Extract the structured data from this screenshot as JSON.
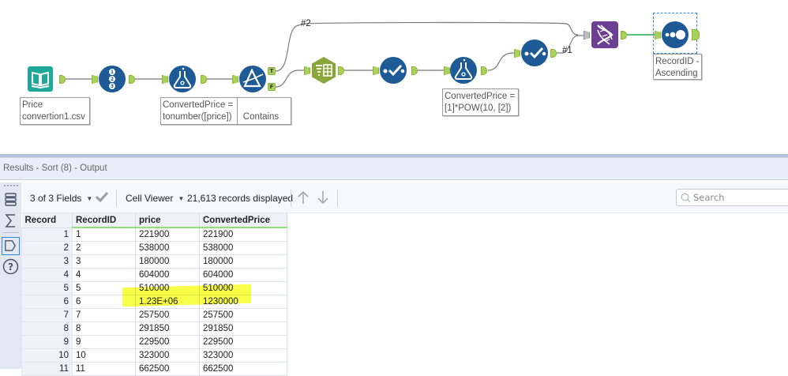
{
  "workflow": {
    "tools": [
      {
        "id": "input",
        "icon": "input-data-book-icon",
        "color": "#1ea89a",
        "annotation": "Price\nconvertion1.csv"
      },
      {
        "id": "record-id",
        "icon": "record-id-123-icon",
        "color": "#1e5a96",
        "annotation": ""
      },
      {
        "id": "formula-1",
        "icon": "formula-flask-icon",
        "color": "#1e5a96",
        "annotation": "ConvertedPrice =\ntonumber([price])"
      },
      {
        "id": "filter",
        "icon": "filter-prism-icon",
        "color": "#1e5a96",
        "annotation": "Contains\n[price],\"E+\")"
      },
      {
        "id": "text-to-columns",
        "icon": "text-to-columns-icon",
        "color": "#8aa63a",
        "annotation": ""
      },
      {
        "id": "select-1",
        "icon": "select-check-icon",
        "color": "#1e5a96",
        "annotation": ""
      },
      {
        "id": "formula-2",
        "icon": "formula-flask-icon",
        "color": "#1e5a96",
        "annotation": "ConvertedPrice =\n[1]*POW(10, [2])"
      },
      {
        "id": "select-2",
        "icon": "select-check-icon",
        "color": "#1e5a96",
        "annotation": ""
      },
      {
        "id": "union",
        "icon": "union-dna-icon",
        "color": "#6b3f93",
        "annotation": ""
      },
      {
        "id": "sort",
        "icon": "sort-dots-icon",
        "color": "#1e5a96",
        "annotation": "RecordID -\nAscending"
      }
    ],
    "filter_anchor_true": "T",
    "filter_anchor_false": "F",
    "wire_label_2": "#2",
    "wire_label_1": "#1"
  },
  "results": {
    "title": "Results - Sort (8) - Output",
    "fields_selector": "3 of 3 Fields",
    "cell_viewer": "Cell Viewer",
    "records_displayed": "21,613 records displayed",
    "search_placeholder": "Search",
    "columns": [
      "Record",
      "RecordID",
      "price",
      "ConvertedPrice"
    ],
    "rows": [
      {
        "record": "1",
        "record_id": "1",
        "price": "221900",
        "converted_price": "221900"
      },
      {
        "record": "2",
        "record_id": "2",
        "price": "538000",
        "converted_price": "538000"
      },
      {
        "record": "3",
        "record_id": "3",
        "price": "180000",
        "converted_price": "180000"
      },
      {
        "record": "4",
        "record_id": "4",
        "price": "604000",
        "converted_price": "604000"
      },
      {
        "record": "5",
        "record_id": "5",
        "price": "510000",
        "converted_price": "510000"
      },
      {
        "record": "6",
        "record_id": "6",
        "price": "1.23E+06",
        "converted_price": "1230000"
      },
      {
        "record": "7",
        "record_id": "7",
        "price": "257500",
        "converted_price": "257500"
      },
      {
        "record": "8",
        "record_id": "8",
        "price": "291850",
        "converted_price": "291850"
      },
      {
        "record": "9",
        "record_id": "9",
        "price": "229500",
        "converted_price": "229500"
      },
      {
        "record": "10",
        "record_id": "10",
        "price": "323000",
        "converted_price": "323000"
      },
      {
        "record": "11",
        "record_id": "11",
        "price": "662500",
        "converted_price": "662500"
      }
    ],
    "highlighted_row": "6",
    "highlight_color": "#f6ff00"
  }
}
